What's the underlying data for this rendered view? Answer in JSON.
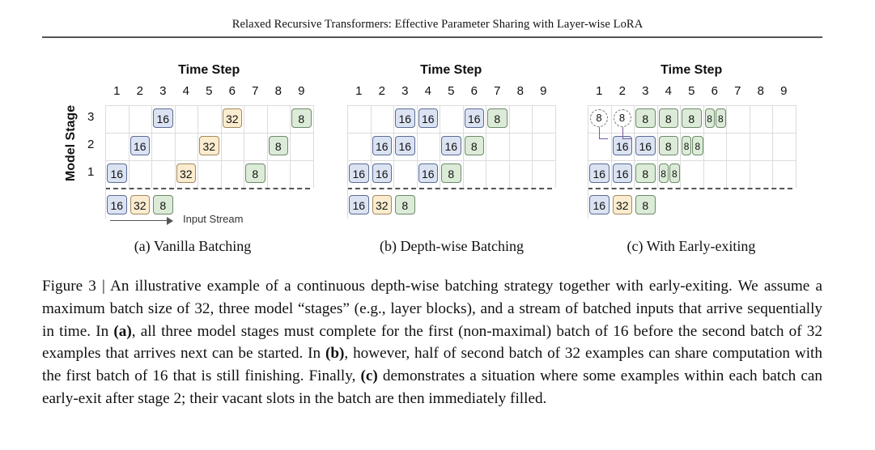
{
  "header": {
    "running_title": "Relaxed Recursive Transformers: Effective Parameter Sharing with Layer-wise LoRA"
  },
  "figure": {
    "y_axis_label": "Model Stage",
    "x_axis_label": "Time Step",
    "time_ticks": [
      "1",
      "2",
      "3",
      "4",
      "5",
      "6",
      "7",
      "8",
      "9"
    ],
    "stage_ticks": [
      "3",
      "2",
      "1"
    ],
    "input_stream_label": "Input Stream",
    "colors": {
      "batch16": "#dbe3f3",
      "batch32": "#fbeccf",
      "batch8": "#dcebd8"
    },
    "panels": [
      {
        "caption": "(a) Vanilla Batching",
        "stage3": [
          {
            "t": 3,
            "v": "16"
          },
          {
            "t": 6,
            "v": "32"
          },
          {
            "t": 9,
            "v": "8"
          }
        ],
        "stage2": [
          {
            "t": 2,
            "v": "16"
          },
          {
            "t": 5,
            "v": "32"
          },
          {
            "t": 8,
            "v": "8"
          }
        ],
        "stage1": [
          {
            "t": 1,
            "v": "16"
          },
          {
            "t": 4,
            "v": "32"
          },
          {
            "t": 7,
            "v": "8"
          }
        ],
        "stream": [
          "16",
          "32",
          "8"
        ]
      },
      {
        "caption": "(b) Depth-wise Batching",
        "stage3": [
          {
            "t": 3,
            "v": "16"
          },
          {
            "t": 4,
            "v": "16"
          },
          {
            "t": 6,
            "v": "16"
          },
          {
            "t": 7,
            "v": "8"
          }
        ],
        "stage2": [
          {
            "t": 2,
            "v": "16"
          },
          {
            "t": 3,
            "v": "16"
          },
          {
            "t": 5,
            "v": "16"
          },
          {
            "t": 6,
            "v": "8"
          }
        ],
        "stage1": [
          {
            "t": 1,
            "v": "16"
          },
          {
            "t": 2,
            "v": "16"
          },
          {
            "t": 4,
            "v": "16"
          },
          {
            "t": 5,
            "v": "8"
          }
        ],
        "stream": [
          "16",
          "32",
          "8"
        ]
      },
      {
        "caption": "(c) With Early-exiting",
        "stage3": [
          {
            "t": 3,
            "v": "8"
          },
          {
            "t": 4,
            "v": "8"
          },
          {
            "t": 5,
            "v": "8"
          },
          {
            "t": 6,
            "v": "8"
          },
          {
            "t": 6.5,
            "v": "8"
          }
        ],
        "stage3_exited": [
          {
            "t": 1,
            "v": "8"
          },
          {
            "t": 2,
            "v": "8"
          }
        ],
        "stage2": [
          {
            "t": 2,
            "v": "16"
          },
          {
            "t": 3,
            "v": "16"
          },
          {
            "t": 4,
            "v": "8"
          },
          {
            "t": 5,
            "v": "8"
          },
          {
            "t": 5.5,
            "v": "8"
          }
        ],
        "stage1": [
          {
            "t": 1,
            "v": "16"
          },
          {
            "t": 2,
            "v": "16"
          },
          {
            "t": 3,
            "v": "8"
          },
          {
            "t": 4,
            "v": "8"
          },
          {
            "t": 4.5,
            "v": "8"
          }
        ],
        "stream": [
          "16",
          "32",
          "8"
        ]
      }
    ]
  },
  "caption": {
    "lead": "Figure 3 | An illustrative example of a continuous depth-wise batching strategy together with early-exiting. We assume a maximum batch size of 32, three model “stages” (e.g., layer blocks), and a stream of batched inputs that arrive sequentially in time. In ",
    "a": "(a)",
    "after_a": ", all three model stages must complete for the first (non-maximal) batch of 16 before the second batch of 32 examples that arrives next can be started. In ",
    "b": "(b)",
    "after_b": ", however, half of second batch of 32 examples can share computation with the first batch of 16 that is still finishing. Finally, ",
    "c": "(c)",
    "after_c": " demonstrates a situation where some examples within each batch can early-exit after stage 2; their vacant slots in the batch are then immediately filled."
  }
}
